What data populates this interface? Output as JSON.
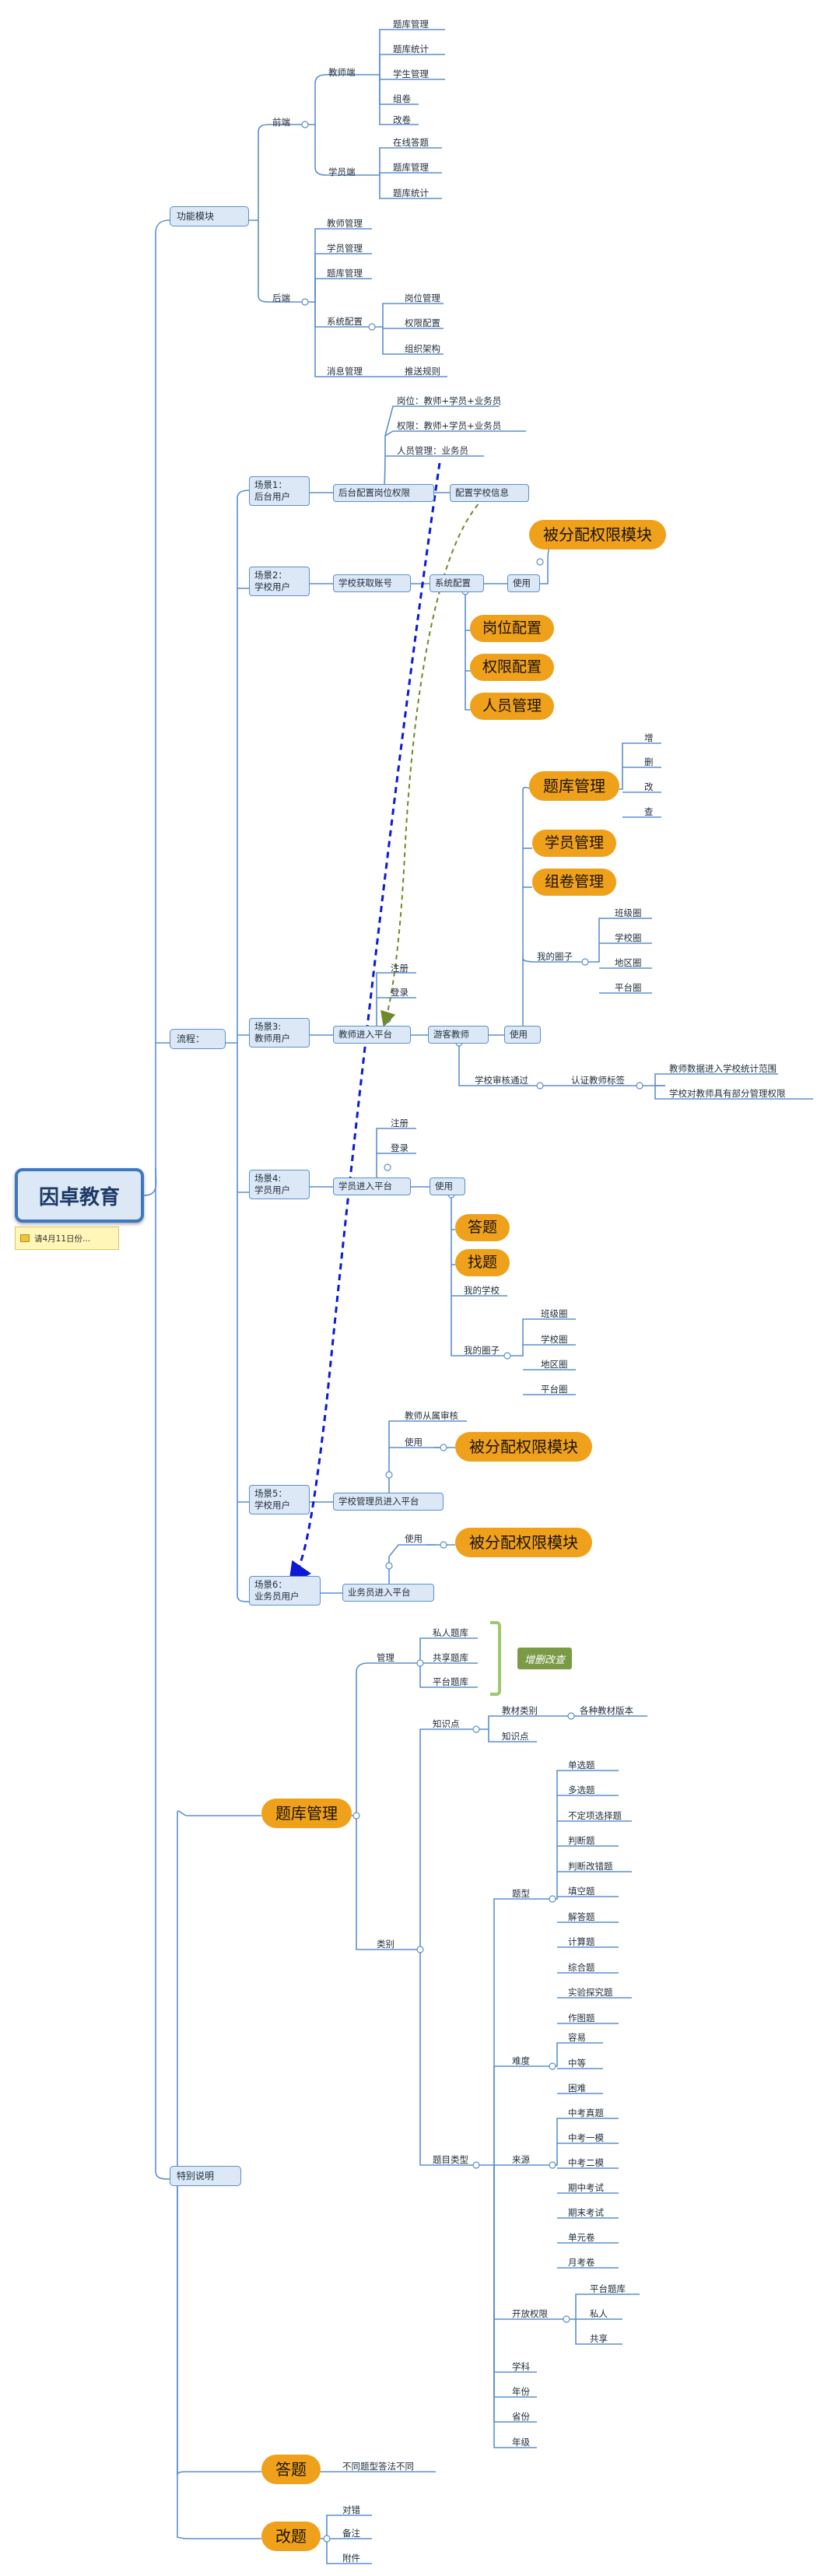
{
  "root": {
    "title": "因卓教育",
    "note": "请4月11日份..."
  },
  "branches": {
    "func": "功能模块",
    "flow": "流程：",
    "special": "特别说明"
  },
  "func": {
    "front": "前端",
    "teacher_end": "教师端",
    "teacher_items": [
      "题库管理",
      "题库统计",
      "学生管理",
      "组卷",
      "改卷"
    ],
    "student_end": "学员端",
    "student_items": [
      "在线答题",
      "题库管理",
      "题库统计"
    ],
    "back": "后端",
    "back_items": [
      "教师管理",
      "学员管理",
      "题库管理"
    ],
    "sys_config": "系统配置",
    "sys_items": [
      "岗位管理",
      "权限配置",
      "组织架构"
    ],
    "msg_mgmt": "消息管理",
    "push_rules": "推送规则"
  },
  "flow": {
    "s1_label": [
      "场景1：",
      "后台用户"
    ],
    "s1_node": "后台配置岗位权限",
    "s1_items": [
      "岗位：教师+学员+业务员",
      "权限：教师+学员+业务员",
      "人员管理：业务员"
    ],
    "s1_config": "配置学校信息",
    "s2_label": [
      "场景2：",
      "学校用户"
    ],
    "s2_node": "学校获取账号",
    "s2_config": "系统配置",
    "s2_use": "使用",
    "s2_assigned": "被分配权限模块",
    "s2_pills": [
      "岗位配置",
      "权限配置",
      "人员管理"
    ],
    "s3_label": [
      "场景3:",
      "教师用户"
    ],
    "s3_node": "教师进入平台",
    "s3_reg": [
      "注册",
      "登录"
    ],
    "s3_visitor": "游客教师",
    "s3_use": "使用",
    "s3_pill_bank": "题库管理",
    "s3_crud": [
      "增",
      "删",
      "改",
      "查"
    ],
    "s3_pills": [
      "学员管理",
      "组卷管理"
    ],
    "s3_circle": "我的圈子",
    "s3_circles": [
      "班级圈",
      "学校圈",
      "地区圈",
      "平台圈"
    ],
    "s3_review": "学校审核通过",
    "s3_badge": "认证教师标签",
    "s3_badge_items": [
      "教师数据进入学校统计范围",
      "学校对教师具有部分管理权限"
    ],
    "s4_label": [
      "场景4:",
      "学员用户"
    ],
    "s4_reg": [
      "注册",
      "登录"
    ],
    "s4_node": "学员进入平台",
    "s4_use": "使用",
    "s4_pills": [
      "答题",
      "找题"
    ],
    "s4_school": "我的学校",
    "s4_circle": "我的圈子",
    "s4_circles": [
      "班级圈",
      "学校圈",
      "地区圈",
      "平台圈"
    ],
    "s5_label": [
      "场景5：",
      "学校用户"
    ],
    "s5_node": "学校管理员进入平台",
    "s5_review": "教师从属审核",
    "s5_use": "使用",
    "s5_assigned": "被分配权限模块",
    "s6_label": [
      "场景6：",
      "业务员用户"
    ],
    "s6_node": "业务员进入平台",
    "s6_use": "使用",
    "s6_assigned": "被分配权限模块"
  },
  "special": {
    "bank_pill": "题库管理",
    "manage": "管理",
    "bank_types": [
      "私人题库",
      "共享题库",
      "平台题库"
    ],
    "summary": "增删改查",
    "category": "类别",
    "kp": "知识点",
    "textbook": "教材类别",
    "textbook_ver": "各种教材版本",
    "kp_sub": "知识点",
    "qtype_group": "题目类型",
    "qtype": "题型",
    "qtypes": [
      "单选题",
      "多选题",
      "不定项选择题",
      "判断题",
      "判断改错题",
      "填空题",
      "解答题",
      "计算题",
      "综合题",
      "实验探究题",
      "作图题"
    ],
    "difficulty": "难度",
    "difficulties": [
      "容易",
      "中等",
      "困难"
    ],
    "source": "来源",
    "sources": [
      "中考真题",
      "中考一模",
      "中考二模",
      "期中考试",
      "期末考试",
      "单元卷",
      "月考卷"
    ],
    "open": "开放权限",
    "open_platform": "平台题库",
    "open_items": [
      "私人",
      "共享"
    ],
    "misc": [
      "学科",
      "年份",
      "省份",
      "年级"
    ],
    "answer_pill": "答题",
    "answer_note": "不同题型答法不同",
    "edit_pill": "改题",
    "edit_items": [
      "对错",
      "备注",
      "附件"
    ]
  },
  "colors": {
    "node_fill": "#dce8f6",
    "node_border": "#5b8fcf",
    "pill": "#efa11c",
    "connector": "#5b8fcf",
    "blue_dash": "#0a1ad6",
    "olive_dash": "#6d8a2b",
    "summary_brace": "#9bc96c",
    "summary_fill": "#7a9a45"
  }
}
